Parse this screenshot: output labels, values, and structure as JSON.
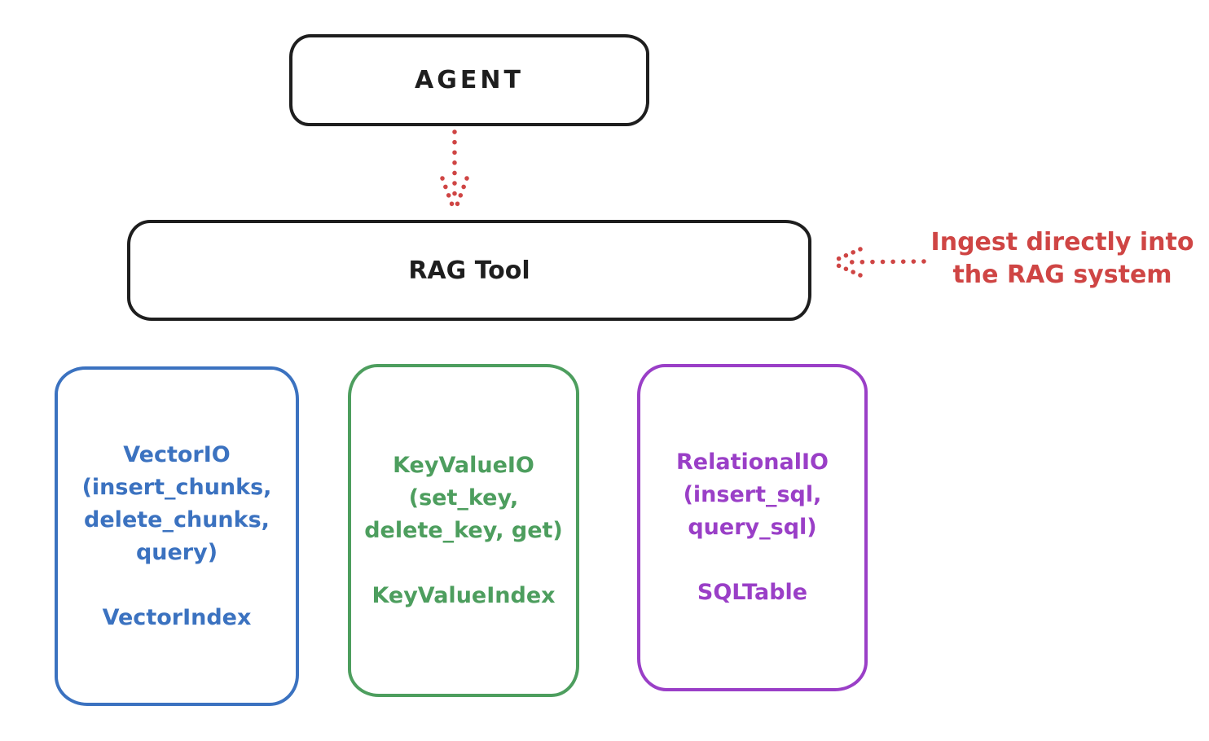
{
  "colors": {
    "stroke_black": "#1e1e1e",
    "arrow_red": "#cf4544",
    "vector_blue": "#3b72c0",
    "keyvalue_green": "#4d9e5e",
    "relational_purple": "#9a3fc7"
  },
  "agent": {
    "label": "AGENT"
  },
  "rag_tool": {
    "label": "RAG Tool"
  },
  "annotation": {
    "text": "Ingest directly into\nthe RAG system"
  },
  "backends": [
    {
      "title": "VectorIO\n(insert_chunks,\ndelete_chunks,\nquery)",
      "subtitle": "VectorIndex",
      "color": "#3b72c0"
    },
    {
      "title": "KeyValueIO\n(set_key,\ndelete_key, get)",
      "subtitle": "KeyValueIndex",
      "color": "#4d9e5e"
    },
    {
      "title": "RelationalIO\n(insert_sql,\nquery_sql)",
      "subtitle": "SQLTable",
      "color": "#9a3fc7"
    }
  ]
}
